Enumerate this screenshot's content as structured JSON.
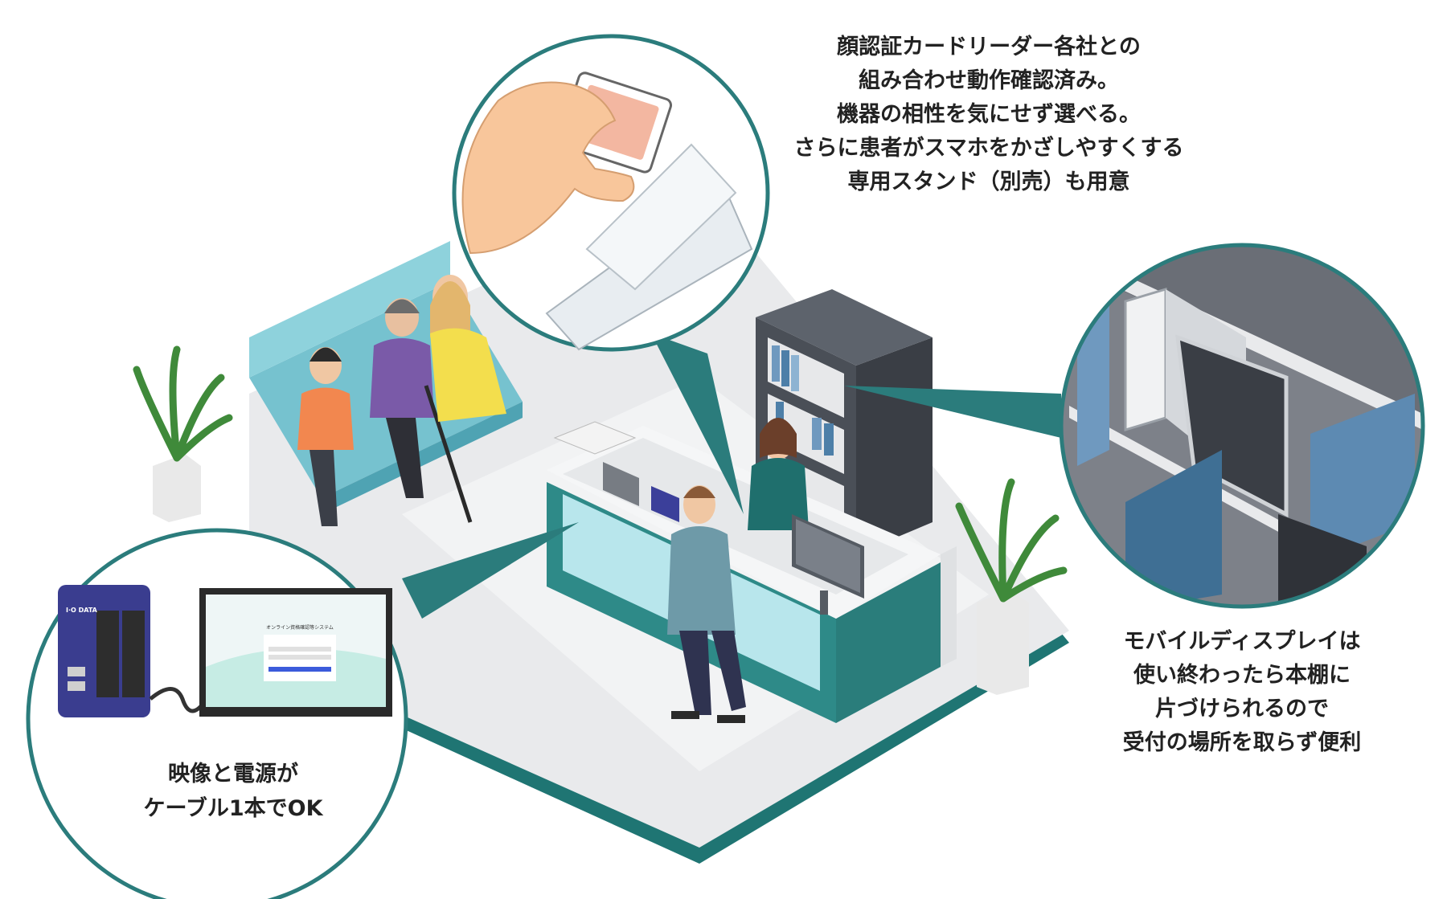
{
  "captions": {
    "top": [
      "顔認証カードリーダー各社との",
      "組み合わせ動作確認済み。",
      "機器の相性を気にせず選べる。",
      "さらに患者がスマホをかざしやすくする",
      "専用スタンド（別売）も用意"
    ],
    "right": [
      "モバイルディスプレイは",
      "使い終わったら本棚に",
      "片づけられるので",
      "受付の場所を取らず便利"
    ],
    "left": [
      "映像と電源が",
      "ケーブル1本でOK"
    ]
  },
  "device": {
    "brand": "I·O DATA",
    "screen_title": "オンライン資格確認等システム"
  },
  "colors": {
    "teal": "#2e8a88",
    "teal_dark": "#1f6f6d",
    "teal_light": "#b8e6ec",
    "floor": "#e9eaec",
    "shelf": "#4a4f57"
  }
}
